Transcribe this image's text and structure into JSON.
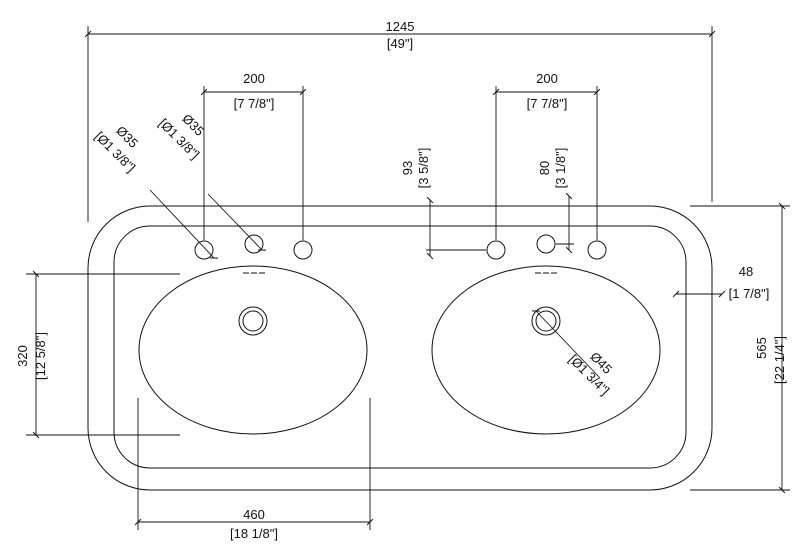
{
  "dimensions": {
    "overall_width": {
      "mm": "1245",
      "in": "[49\"]"
    },
    "faucet_spacing_left": {
      "mm": "200",
      "in": "[7 7/8\"]"
    },
    "faucet_spacing_right": {
      "mm": "200",
      "in": "[7 7/8\"]"
    },
    "hole_left_a": {
      "mm": "Ø35",
      "in": "[Ø1 3/8\"]"
    },
    "hole_left_b": {
      "mm": "Ø35",
      "in": "[Ø1 3/8\"]"
    },
    "hole_offset_93": {
      "mm": "93",
      "in": "[3 5/8\"]"
    },
    "hole_offset_80": {
      "mm": "80",
      "in": "[3 1/8\"]"
    },
    "rim_width": {
      "mm": "48",
      "in": "[1 7/8\"]"
    },
    "overall_depth": {
      "mm": "565",
      "in": "[22 1/4\"]"
    },
    "bowl_depth": {
      "mm": "320",
      "in": "[12 5/8\"]"
    },
    "bowl_width": {
      "mm": "460",
      "in": "[18 1/8\"]"
    },
    "drain": {
      "mm": "Ø45",
      "in": "[Ø1 3/4\"]"
    }
  }
}
